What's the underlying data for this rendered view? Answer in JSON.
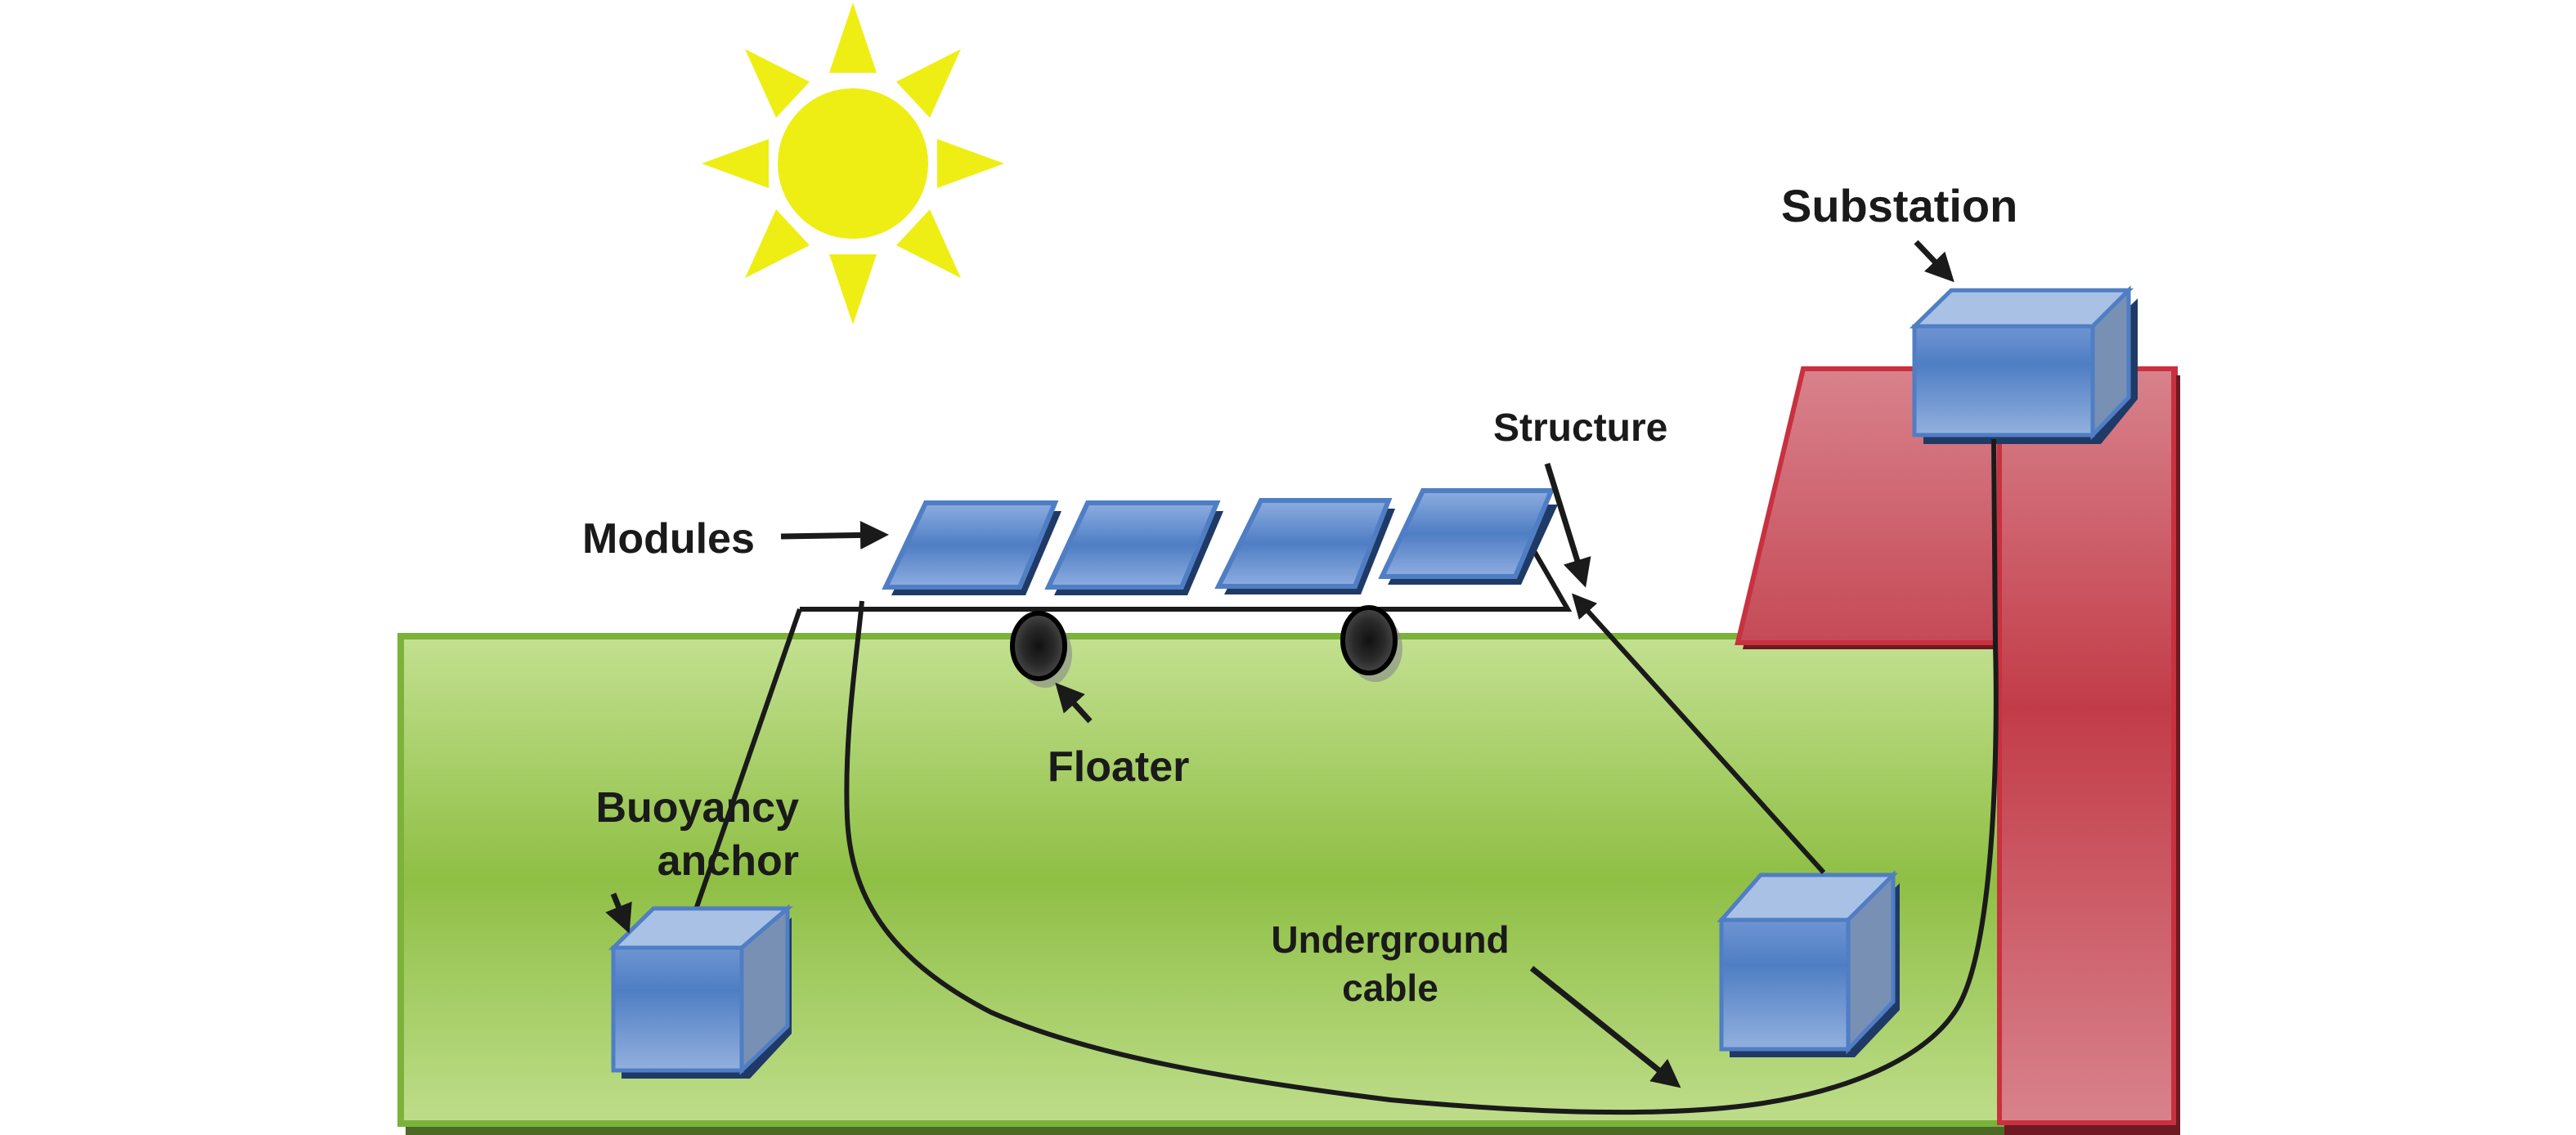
{
  "title": "Floating photovoltaic system schematic",
  "labels": {
    "modules": "Modules",
    "structure": "Structure",
    "substation": "Substation",
    "floater": "Floater",
    "buoyancy_anchor_line1": "Buoyancy",
    "buoyancy_anchor_line2": "anchor",
    "underground_cable_line1": "Underground",
    "underground_cable_line2": "cable"
  },
  "components": [
    {
      "id": "sun",
      "name": "Sun"
    },
    {
      "id": "water",
      "name": "Water body"
    },
    {
      "id": "land",
      "name": "Land / shore"
    },
    {
      "id": "modules",
      "name": "PV modules",
      "count": 4
    },
    {
      "id": "structure",
      "name": "Floating structure"
    },
    {
      "id": "floaters",
      "name": "Floaters",
      "count": 2
    },
    {
      "id": "anchors",
      "name": "Buoyancy anchors",
      "count": 2
    },
    {
      "id": "substation",
      "name": "Substation"
    },
    {
      "id": "cable",
      "name": "Underground cable"
    }
  ],
  "colors": {
    "sun": "#EEEE14",
    "water_light": "#BEDD8A",
    "water_mid": "#8FBF45",
    "water_edge": "#7BB23A",
    "water_dark": "#4A6A26",
    "land_light": "#D8828C",
    "land_mid": "#C23C48",
    "land_edge": "#C8313F",
    "land_dark": "#6E1A22",
    "box_blue": "#4F7EC4",
    "box_light": "#A9C1E4",
    "box_side": "#7890B4",
    "box_shadow": "#1F3A66",
    "ink": "#1A1A1A"
  }
}
